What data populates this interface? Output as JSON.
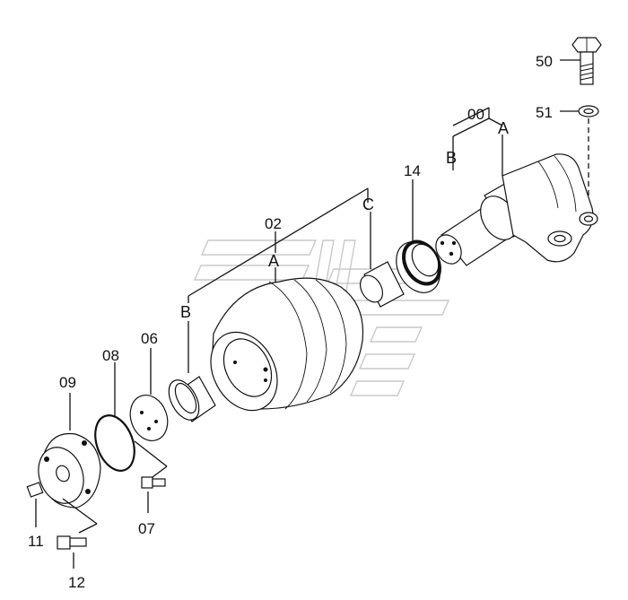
{
  "diagram": {
    "part_labels": {
      "p00": "00",
      "p02": "02",
      "p06": "06",
      "p07": "07",
      "p08": "08",
      "p09": "09",
      "p11": "11",
      "p12": "12",
      "p14": "14",
      "p50": "50",
      "p51": "51"
    },
    "callouts": {
      "A_upper": "A",
      "B_upper": "B",
      "C": "C",
      "A_lower": "A",
      "B_lower": "B"
    },
    "colors": {
      "line": "#111111",
      "watermark": "#c8c8c8",
      "background": "#ffffff"
    }
  }
}
